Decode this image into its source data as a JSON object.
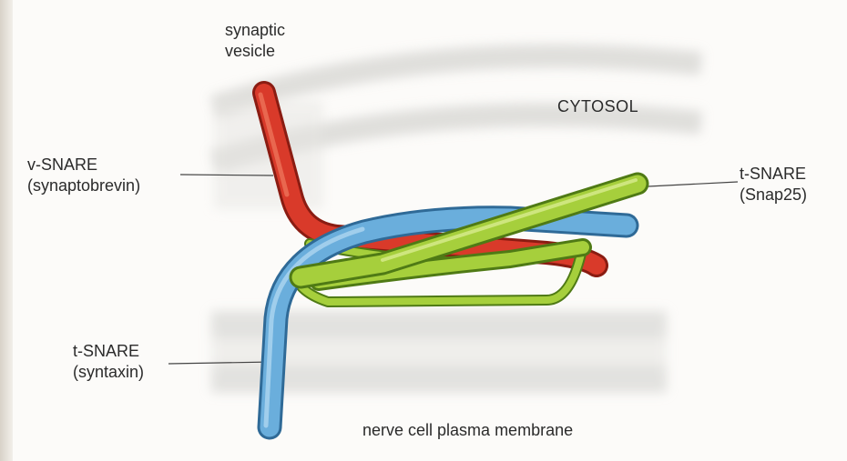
{
  "labels": {
    "vesicle": {
      "line1": "synaptic",
      "line2": "vesicle"
    },
    "cytosol": "CYTOSOL",
    "v_snare": {
      "line1": "v-SNARE",
      "line2": "(synaptobrevin)"
    },
    "t_snare_snap25": {
      "line1": "t-SNARE",
      "line2": "(Snap25)"
    },
    "t_snare_syntaxin": {
      "line1": "t-SNARE",
      "line2": "(syntaxin)"
    },
    "membrane": "nerve cell plasma membrane"
  },
  "colors": {
    "v_snare": "#d93a2a",
    "t_snare_syntaxin": "#6aaedc",
    "t_snare_snap25": "#a6cf3c",
    "membrane_shading": "#d9d9d6",
    "leader_line": "#444444"
  }
}
